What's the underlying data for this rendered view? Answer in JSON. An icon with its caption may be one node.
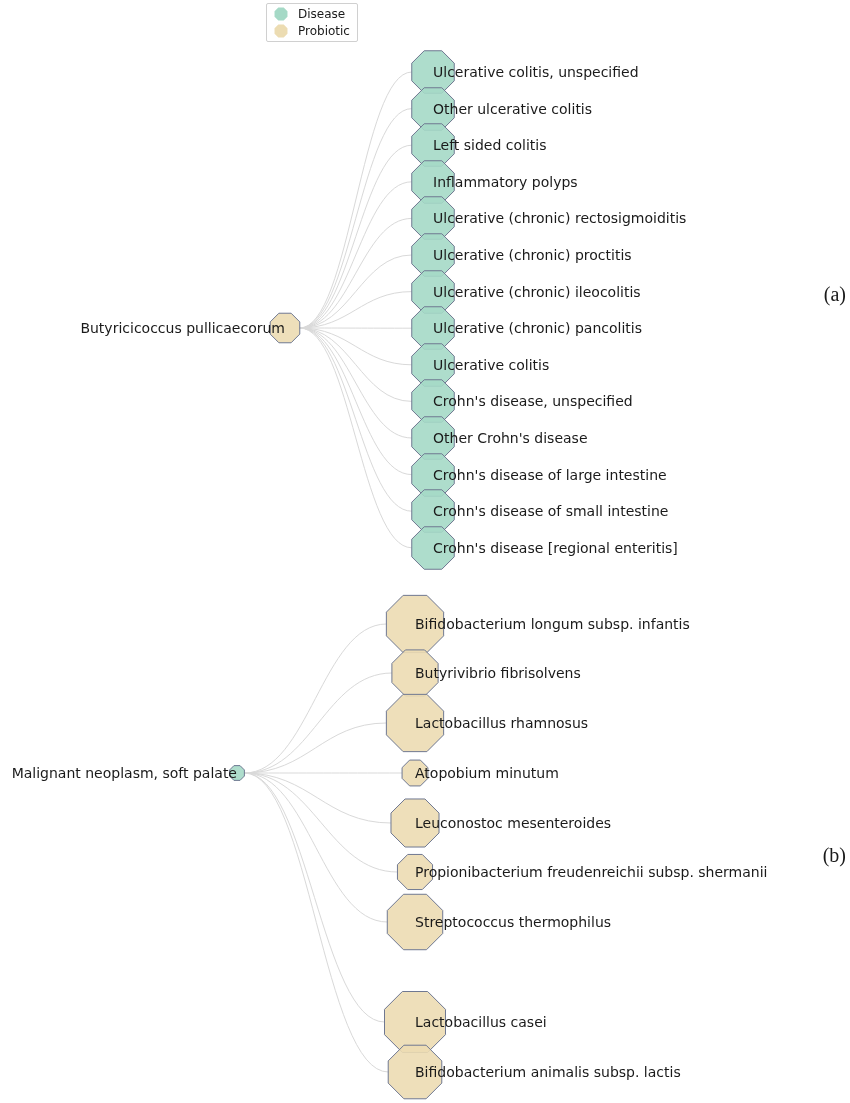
{
  "diagram": {
    "nodes": [
      {
        "text": [
          "Butyricicoccus pullicaecorum"
        ]
      },
      {
        "text": [
          "Ulcerative colitis, unspecified"
        ]
      },
      {
        "text": [
          "Other ulcerative colitis"
        ]
      },
      {
        "text": [
          "Left sided colitis"
        ]
      },
      {
        "text": [
          "Inflammatory polyps"
        ]
      },
      {
        "text": [
          "Ulcerative (chronic) rectosigmoiditis"
        ]
      },
      {
        "text": [
          "Ulcerative (chronic) proctitis"
        ]
      },
      {
        "text": [
          "Ulcerative (chronic) ileocolitis"
        ]
      },
      {
        "text": [
          "Ulcerative (chronic) pancolitis"
        ]
      },
      {
        "text": [
          "Ulcerative colitis"
        ]
      },
      {
        "text": [
          "Crohn's disease, unspecified"
        ]
      },
      {
        "text": [
          "Other Crohn's disease"
        ]
      },
      {
        "text": [
          "Crohn's disease of large intestine"
        ]
      },
      {
        "text": [
          "Crohn's disease of small intestine"
        ]
      },
      {
        "text": [
          "Crohn's disease [regional enteritis]"
        ]
      },
      {
        "text": [
          "Malignant neoplasm, soft palate"
        ]
      },
      {
        "text": [
          "Bifidobacterium longum subsp. infantis"
        ]
      },
      {
        "text": [
          "Butyrivibrio fibrisolvens"
        ]
      },
      {
        "text": [
          "Lactobacillus rhamnosus"
        ]
      },
      {
        "text": [
          "Atopobium minutum"
        ]
      },
      {
        "text": [
          "Leuconostoc mesenteroides"
        ]
      },
      {
        "text": [
          "Propionibacterium freudenreichii subsp. shermanii"
        ]
      },
      {
        "text": [
          "Streptococcus thermophilus"
        ]
      },
      {
        "text": [
          "Lactobacillus casei"
        ]
      },
      {
        "text": [
          "Bifidobacterium animalis subsp. lactis"
        ]
      }
    ],
    "edges": [
      {
        "from": 0,
        "to": 1,
        "arrow": "none"
      },
      {
        "from": 0,
        "to": 2,
        "arrow": "none"
      },
      {
        "from": 0,
        "to": 3,
        "arrow": "none"
      },
      {
        "from": 0,
        "to": 4,
        "arrow": "none"
      },
      {
        "from": 0,
        "to": 5,
        "arrow": "none"
      },
      {
        "from": 0,
        "to": 6,
        "arrow": "none"
      },
      {
        "from": 0,
        "to": 7,
        "arrow": "none"
      },
      {
        "from": 0,
        "to": 8,
        "arrow": "none"
      },
      {
        "from": 0,
        "to": 9,
        "arrow": "none"
      },
      {
        "from": 0,
        "to": 10,
        "arrow": "none"
      },
      {
        "from": 0,
        "to": 11,
        "arrow": "none"
      },
      {
        "from": 0,
        "to": 12,
        "arrow": "none"
      },
      {
        "from": 0,
        "to": 13,
        "arrow": "none"
      },
      {
        "from": 0,
        "to": 14,
        "arrow": "none"
      },
      {
        "from": 15,
        "to": 16,
        "arrow": "none"
      },
      {
        "from": 15,
        "to": 17,
        "arrow": "none"
      },
      {
        "from": 15,
        "to": 18,
        "arrow": "none"
      },
      {
        "from": 15,
        "to": 19,
        "arrow": "none"
      },
      {
        "from": 15,
        "to": 20,
        "arrow": "none"
      },
      {
        "from": 15,
        "to": 21,
        "arrow": "none"
      },
      {
        "from": 15,
        "to": 22,
        "arrow": "none"
      },
      {
        "from": 15,
        "to": 23,
        "arrow": "none"
      },
      {
        "from": 15,
        "to": 24,
        "arrow": "none"
      }
    ],
    "labels": [
      "(a)",
      "(b)"
    ],
    "legend": [
      {
        "text": "Disease",
        "color": "#a5d9c6"
      },
      {
        "text": "Probiotic",
        "color": "#ecdcb2"
      }
    ]
  }
}
